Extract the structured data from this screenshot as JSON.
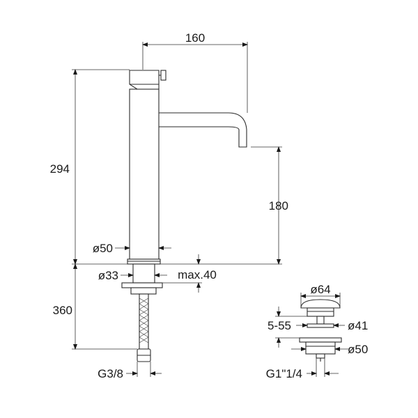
{
  "dimensions": {
    "spout_reach": "160",
    "total_height": "294",
    "spout_height": "180",
    "body_diameter": "ø50",
    "base_diameter": "ø33",
    "max_deck_thickness": "max.40",
    "hose_length": "360",
    "hose_connection": "G3/8",
    "waste_cap_diameter": "ø64",
    "waste_adjust_range": "5-55",
    "waste_flange_diameter": "ø41",
    "waste_body_diameter": "ø50",
    "waste_thread": "G1\"1/4"
  },
  "colors": {
    "line": "#2a2a2a",
    "text": "#1a1a1a",
    "background": "#ffffff"
  }
}
